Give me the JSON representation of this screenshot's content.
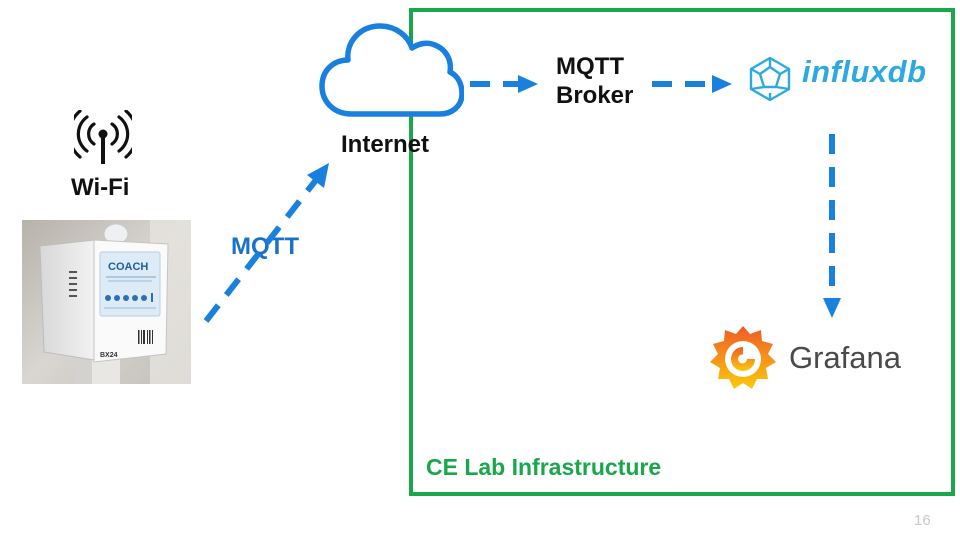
{
  "wifi": {
    "label": "Wi-Fi",
    "icon": "antenna-signal-icon"
  },
  "device": {
    "image": "coach-sensor-device-photo",
    "brand_text": "COACH",
    "model_text": "BX24"
  },
  "links": {
    "device_to_internet": "MQTT"
  },
  "internet": {
    "label": "Internet",
    "icon": "cloud-icon"
  },
  "broker": {
    "line1": "MQTT",
    "line2": "Broker"
  },
  "influxdb": {
    "name": "influxdb",
    "icon": "influxdb-logo-icon"
  },
  "grafana": {
    "name": "Grafana",
    "icon": "grafana-logo-icon"
  },
  "infrastructure_box": {
    "label": "CE Lab Infrastructure"
  },
  "slide": {
    "page_number": "16"
  },
  "colors": {
    "arrow_blue": "#1a80e0",
    "frame_green": "#1aa64a",
    "influx_blue": "#2ea9e0",
    "grafana_orange": "#f46800"
  }
}
